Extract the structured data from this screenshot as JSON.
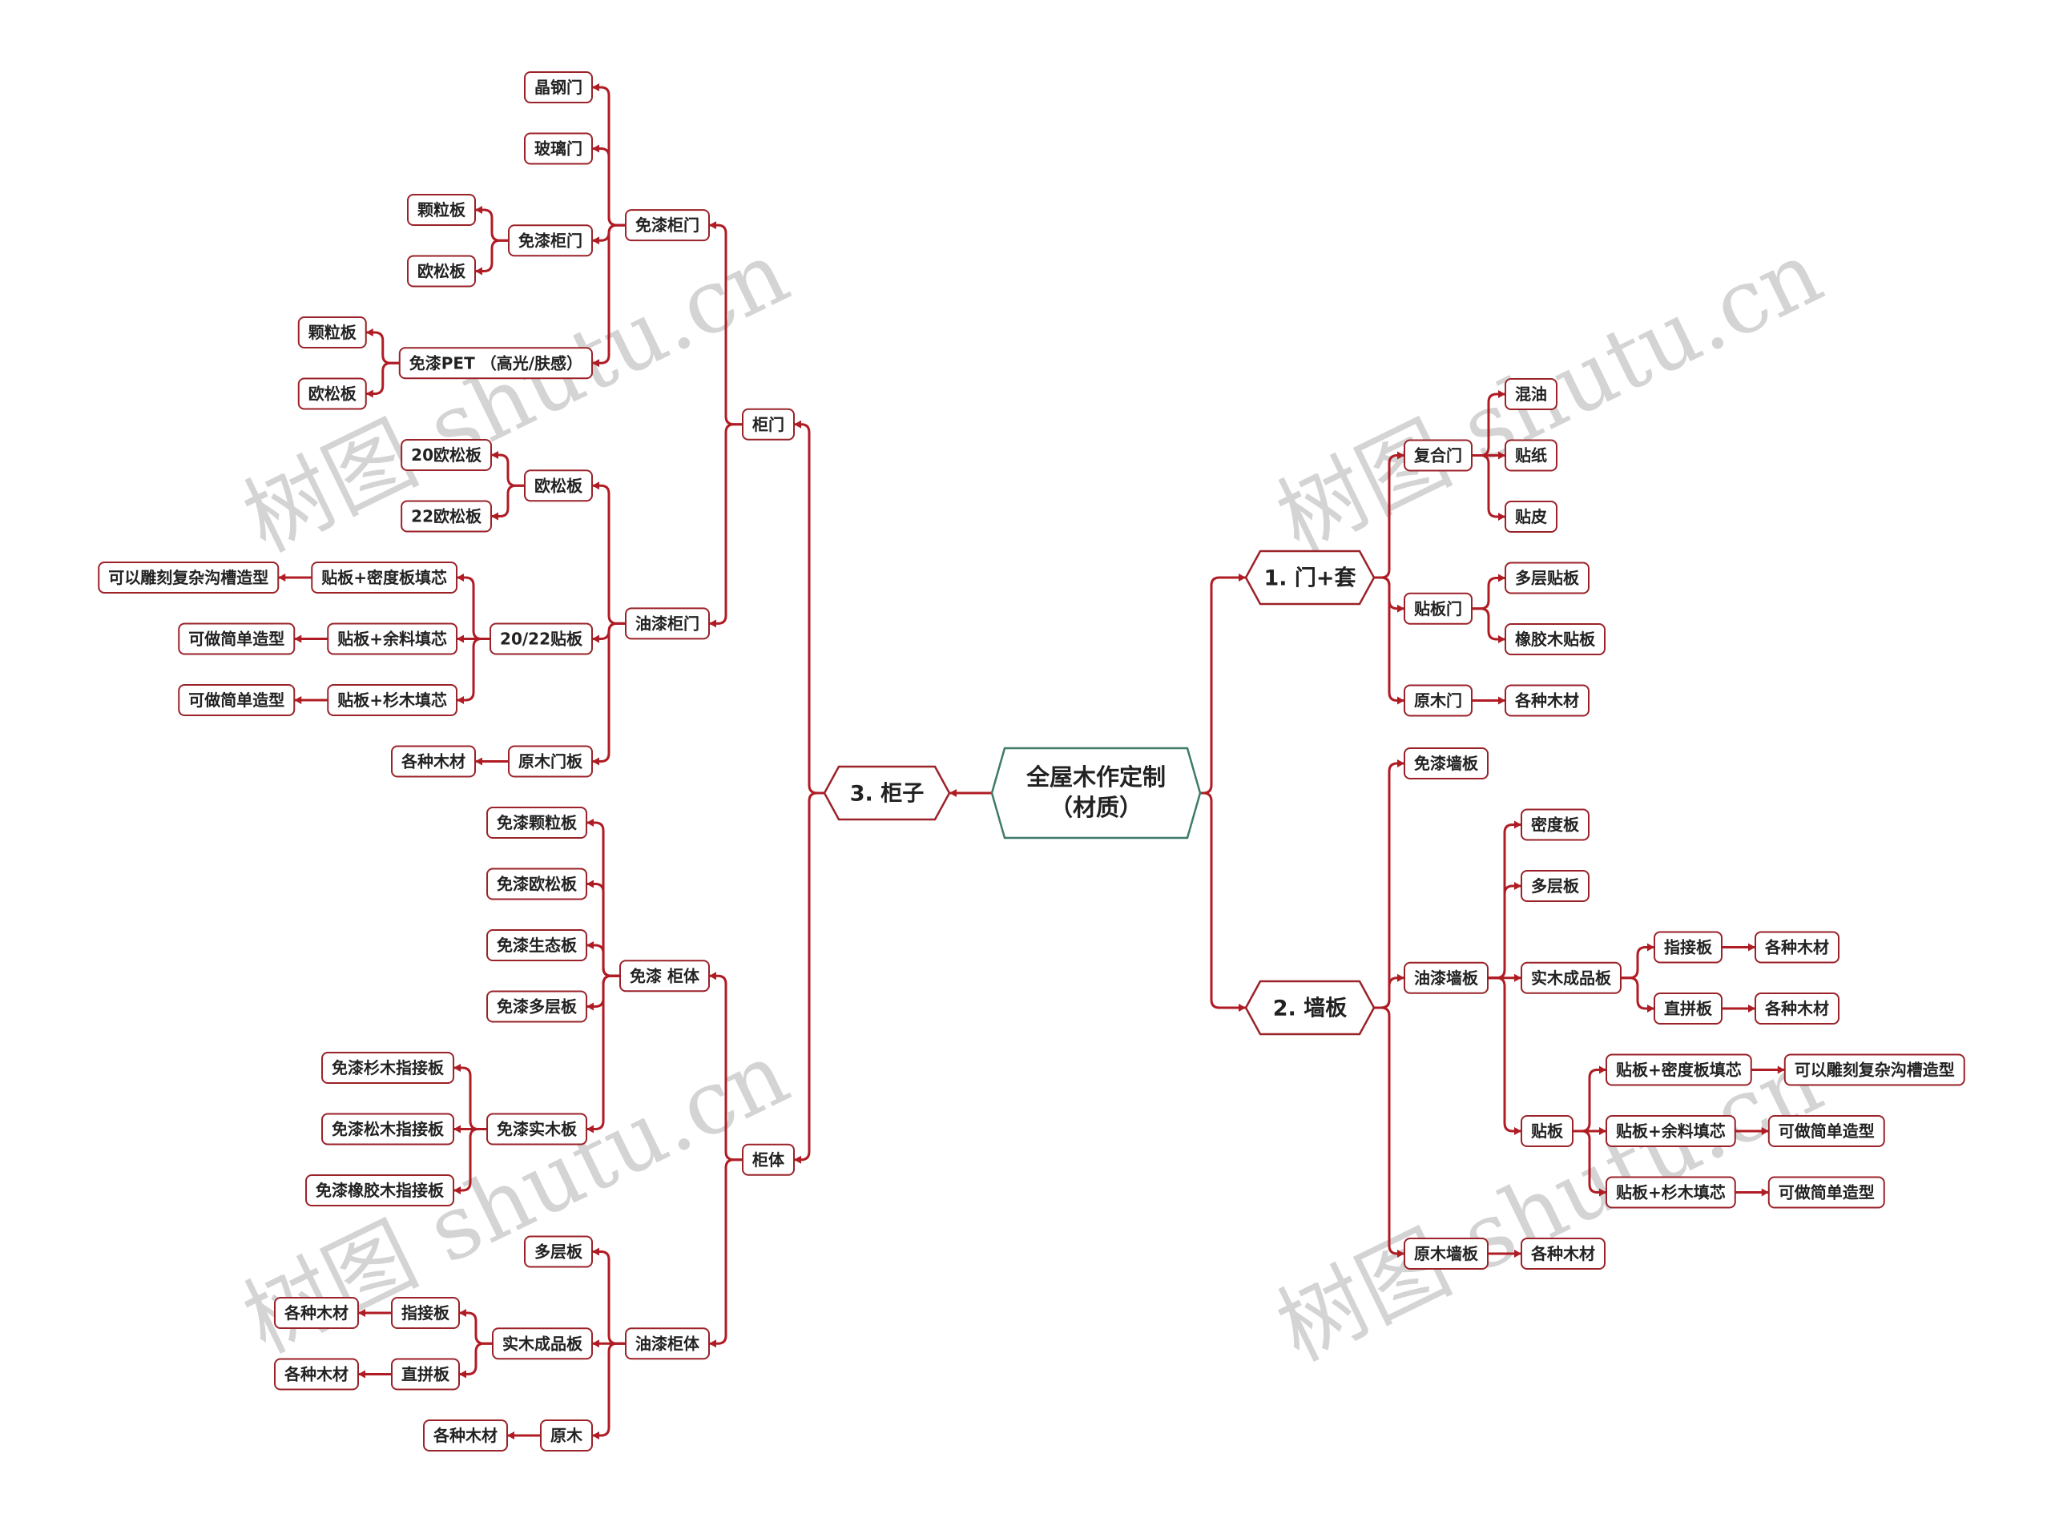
{
  "colors": {
    "line": "#b01c24",
    "leaf_border": "#9a2228",
    "root_border": "#3f7a6a",
    "hex_border": "#9a2228",
    "text": "#222222",
    "watermark": "#d4d4d4"
  },
  "watermark": "树图 shutu.cn",
  "root": {
    "text": [
      "全屋木作定制",
      "（材质）"
    ],
    "branches": [
      {
        "side": "right",
        "text": "1. 门+套",
        "children": [
          {
            "text": "复合门",
            "children": [
              {
                "text": "混油"
              },
              {
                "text": "贴纸"
              },
              {
                "text": "贴皮"
              }
            ]
          },
          {
            "text": "贴板门",
            "children": [
              {
                "text": "多层贴板"
              },
              {
                "text": "橡胶木贴板"
              }
            ]
          },
          {
            "text": "原木门",
            "children": [
              {
                "text": "各种木材"
              }
            ]
          }
        ]
      },
      {
        "side": "right",
        "text": "2.  墙板",
        "children": [
          {
            "text": "免漆墙板"
          },
          {
            "text": "油漆墙板",
            "children": [
              {
                "text": "密度板"
              },
              {
                "text": "多层板"
              },
              {
                "text": "实木成品板",
                "children": [
                  {
                    "text": "指接板",
                    "children": [
                      {
                        "text": "各种木材"
                      }
                    ]
                  },
                  {
                    "text": "直拼板",
                    "children": [
                      {
                        "text": "各种木材"
                      }
                    ]
                  }
                ]
              },
              {
                "text": "贴板",
                "children": [
                  {
                    "text": "贴板+密度板填芯",
                    "children": [
                      {
                        "text": "可以雕刻复杂沟槽造型"
                      }
                    ]
                  },
                  {
                    "text": "贴板+余料填芯",
                    "children": [
                      {
                        "text": "可做简单造型"
                      }
                    ]
                  },
                  {
                    "text": "贴板+杉木填芯",
                    "children": [
                      {
                        "text": "可做简单造型"
                      }
                    ]
                  }
                ]
              }
            ]
          },
          {
            "text": "原木墙板",
            "children": [
              {
                "text": "各种木材"
              }
            ]
          }
        ]
      },
      {
        "side": "left",
        "text": "3. 柜子",
        "children": [
          {
            "text": "柜门",
            "children": [
              {
                "text": "免漆柜门",
                "children": [
                  {
                    "text": "晶钢门"
                  },
                  {
                    "text": "玻璃门"
                  },
                  {
                    "text": "免漆柜门",
                    "children": [
                      {
                        "text": "颗粒板"
                      },
                      {
                        "text": "欧松板"
                      }
                    ]
                  },
                  {
                    "text": "免漆PET （高光/肤感）",
                    "children": [
                      {
                        "text": "颗粒板"
                      },
                      {
                        "text": "欧松板"
                      }
                    ]
                  }
                ]
              },
              {
                "text": "油漆柜门",
                "children": [
                  {
                    "text": "欧松板",
                    "children": [
                      {
                        "text": "20欧松板"
                      },
                      {
                        "text": "22欧松板"
                      }
                    ]
                  },
                  {
                    "text": "20/22贴板",
                    "children": [
                      {
                        "text": "贴板+密度板填芯",
                        "children": [
                          {
                            "text": "可以雕刻复杂沟槽造型"
                          }
                        ]
                      },
                      {
                        "text": "贴板+余料填芯",
                        "children": [
                          {
                            "text": "可做简单造型"
                          }
                        ]
                      },
                      {
                        "text": "贴板+杉木填芯",
                        "children": [
                          {
                            "text": "可做简单造型"
                          }
                        ]
                      }
                    ]
                  },
                  {
                    "text": "原木门板",
                    "children": [
                      {
                        "text": "各种木材"
                      }
                    ]
                  }
                ]
              }
            ]
          },
          {
            "text": "柜体",
            "children": [
              {
                "text": "免漆 柜体",
                "children": [
                  {
                    "text": "免漆颗粒板"
                  },
                  {
                    "text": "免漆欧松板"
                  },
                  {
                    "text": "免漆生态板"
                  },
                  {
                    "text": "免漆多层板"
                  },
                  {
                    "text": "免漆实木板",
                    "children": [
                      {
                        "text": "免漆杉木指接板"
                      },
                      {
                        "text": "免漆松木指接板"
                      },
                      {
                        "text": "免漆橡胶木指接板"
                      }
                    ]
                  }
                ]
              },
              {
                "text": "油漆柜体",
                "children": [
                  {
                    "text": "多层板"
                  },
                  {
                    "text": "实木成品板",
                    "children": [
                      {
                        "text": "指接板",
                        "children": [
                          {
                            "text": "各种木材"
                          }
                        ]
                      },
                      {
                        "text": "直拼板",
                        "children": [
                          {
                            "text": "各种木材"
                          }
                        ]
                      }
                    ]
                  },
                  {
                    "text": "原木",
                    "children": [
                      {
                        "text": "各种木材"
                      }
                    ]
                  }
                ]
              }
            ]
          }
        ]
      }
    ]
  }
}
